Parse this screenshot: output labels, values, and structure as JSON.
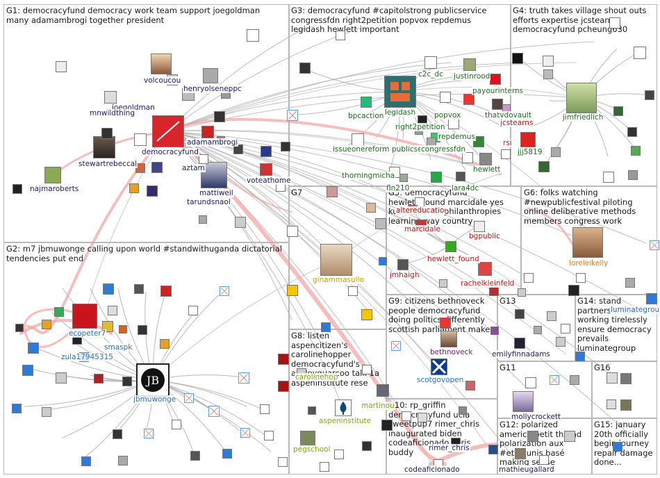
{
  "groups": [
    {
      "id": "G1",
      "title": "G1: democracyfund democracy work team support joegoldman many adamambrogi together president"
    },
    {
      "id": "G3",
      "title": "G3: democracyfund #capitolstrong publicservice congressfdn right2petition popvox repdemus legidash hewlett important"
    },
    {
      "id": "G4",
      "title": "G4: truth takes village shout outs efforts expertise jcstearns democracyfund pcheung630"
    },
    {
      "id": "G2",
      "title": "G2: m7 jbmuwonge calling upon world #standwithuganda dictatorial tendencies put end"
    },
    {
      "id": "G7",
      "title": "G7"
    },
    {
      "id": "G5",
      "title": "G5: democracyfund hewlett_found marcidale yes kudos thanks philanthropies learning way country"
    },
    {
      "id": "G6",
      "title": "G6: folks watching #newpublicfestival piloting online deliberative methods members congress work"
    },
    {
      "id": "G9",
      "title": "G9: citizens bethnoveck people democracyfund doing politics differently scottish parliament make"
    },
    {
      "id": "G13",
      "title": "G13"
    },
    {
      "id": "G14",
      "title": "G14: stand partners those working tirelessly ensure democracy prevails luminategroup"
    },
    {
      "id": "G8",
      "title": "G8: listen aspencitizen's carolinehopper democracyfund's ashleyquarcoo talk 1a aspeninstitute rese"
    },
    {
      "id": "G11",
      "title": "G11"
    },
    {
      "id": "G16",
      "title": "G16"
    },
    {
      "id": "G10",
      "title": "G10: rp_griffin democracyfund ucla sweetpup7 rimer_chris inaugurated biden codeaficionado chris buddy"
    },
    {
      "id": "G12",
      "title": "G12: polarized america petit thread polarization aux #etatsunis basé making sense"
    },
    {
      "id": "G15",
      "title": "G15: january 20th officially begin journey repair damage done..."
    }
  ],
  "labels": {
    "g1": [
      "volcoucou",
      "henryolseneppc",
      "joegoldman",
      "mnwildthing",
      "adamambrogi",
      "democracyfund",
      "stewartrebeccal",
      "aztam",
      "najmaroberts",
      "mattiweil",
      "tarundsnaol",
      "voteathome"
    ],
    "g3": [
      "c2c_dc",
      "justinrood",
      "payourinterns",
      "legidash",
      "popvox",
      "bpcaction",
      "thatvdovault",
      "jcstearns",
      "right2petition",
      "repdemus",
      "rsi",
      "issueonereform",
      "publicse",
      "congressfdn",
      "hewlett",
      "thorningmichael",
      "lara4dc",
      "fln210"
    ],
    "g4": [
      "jimfriedlich",
      "jjj5819"
    ],
    "g2": [
      "ecopeter7",
      "smaspk",
      "zula17945315",
      "jbmuwonge"
    ],
    "g7": [
      "ginammasullo"
    ],
    "g5": [
      "altereducation",
      "marcidale",
      "bgpublic",
      "hewlett_found",
      "jmhaigh",
      "rachelkleinfeld"
    ],
    "g6": [
      "loreleikelly"
    ],
    "g9": [
      "bethnoveck",
      "scotgovopen"
    ],
    "g13": [
      "emilyfinnadams"
    ],
    "g14": [
      "luminategroup"
    ],
    "g8": [
      "carolinehopper",
      "martinou",
      "aspeninstitute",
      "pegschool"
    ],
    "g11": [
      "mollycrockett"
    ],
    "g10": [
      "rimer_chris",
      "codeaficionado"
    ],
    "g12": [
      "mathieugallard"
    ]
  },
  "colors": {
    "edge": "#a9a9a9",
    "selfloop": "#f4a6a6",
    "g1": "#1c1c6b",
    "g2": "#2672c9",
    "g3": "#1f6e1f",
    "g5": "#c01818",
    "g6": "#d9811e",
    "g7": "#c9a400",
    "g8": "#8aa51a",
    "g9": "#7a1a7a",
    "g10": "#1c1c6b",
    "g11": "#1c1c6b",
    "g12": "#1c1c6b",
    "g13": "#1c1c6b",
    "g14": "#2672c9"
  },
  "icons": [
    "broken-image-icon",
    "user-avatar-icon",
    "logo-tile-icon"
  ]
}
